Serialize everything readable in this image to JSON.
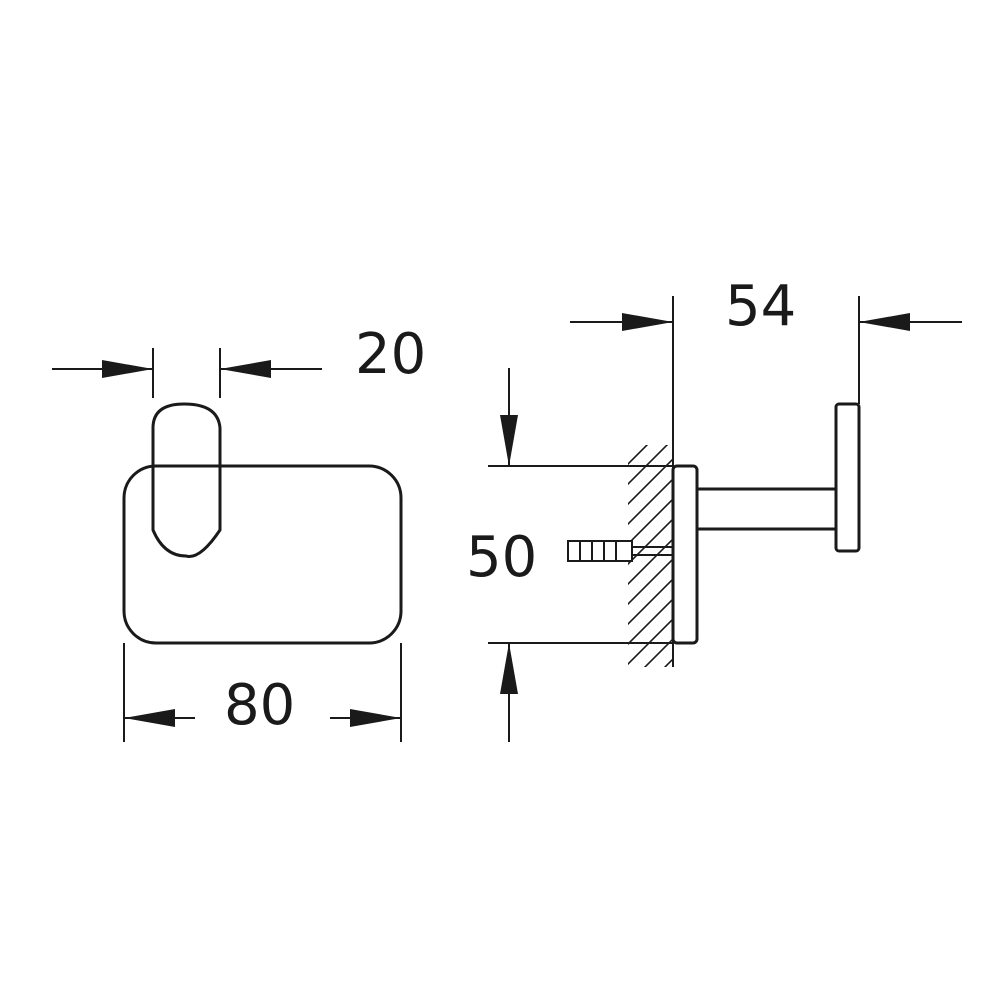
{
  "dimensions": {
    "hook_width": "20",
    "plate_width": "80",
    "plate_height": "50",
    "projection": "54"
  }
}
